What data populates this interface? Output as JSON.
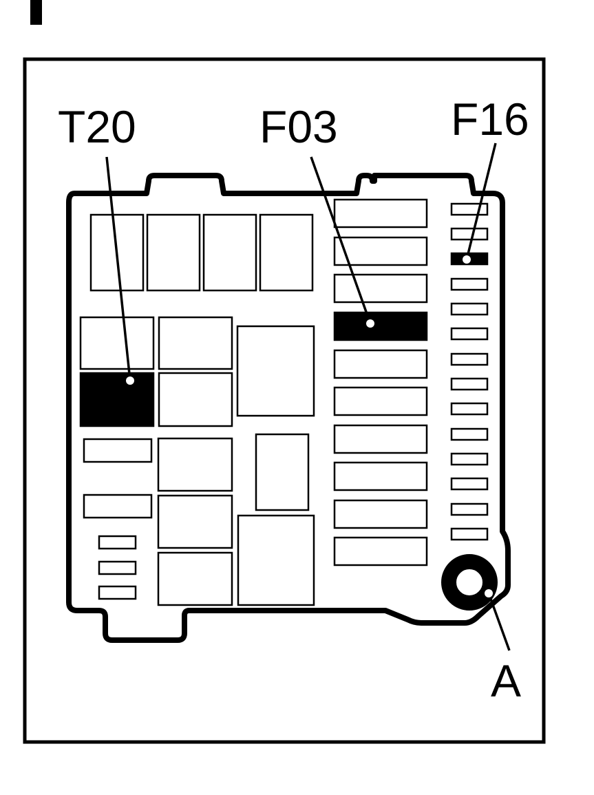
{
  "labels": {
    "t20": "T20",
    "f03": "F03",
    "f16": "F16",
    "a": "A"
  },
  "colors": {
    "ink": "#000000",
    "paper": "#ffffff"
  }
}
